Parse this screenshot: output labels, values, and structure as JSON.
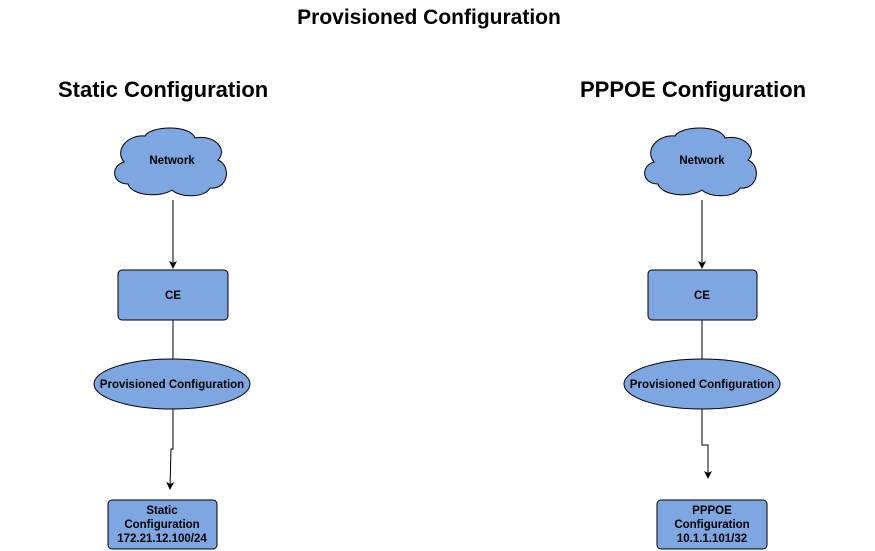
{
  "title": "Provisioned Configuration",
  "colors": {
    "node_fill": "#7EA6E0",
    "node_stroke": "#000000"
  },
  "sections": [
    {
      "title": "Static Configuration",
      "network_label": "Network",
      "ce_label": "CE",
      "provisioned_label": "Provisioned Configuration",
      "result_lines": [
        "Static",
        "Configuration",
        "172.21.12.100/24"
      ]
    },
    {
      "title": "PPPOE Configuration",
      "network_label": "Network",
      "ce_label": "CE",
      "provisioned_label": "Provisioned Configuration",
      "result_lines": [
        "PPPOE",
        "Configuration",
        "10.1.1.101/32"
      ]
    }
  ]
}
